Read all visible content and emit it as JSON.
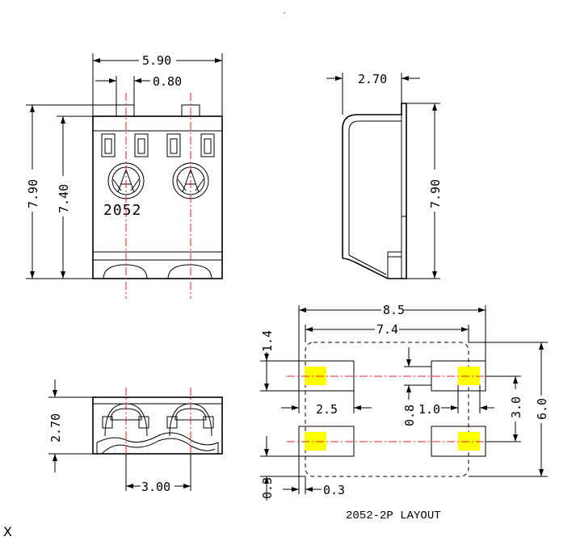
{
  "front_view": {
    "width": "5.90",
    "pin_width": "0.80",
    "height_total": "7.90",
    "height_body": "7.40",
    "part_number": "2052"
  },
  "side_view": {
    "depth": "2.70",
    "height": "7.90"
  },
  "bottom_view": {
    "height": "2.70",
    "pitch": "3.00"
  },
  "layout": {
    "title": "2052-2P LAYOUT",
    "outer_width": "8.5",
    "pad_span": "7.4",
    "pad_height": "1.4",
    "pad_length": "2.5",
    "pad_gap_inner": "1.0",
    "small_gap": "0.8",
    "row_pitch": "3.0",
    "outer_height": "6.0",
    "offset_left": "0.3",
    "offset_right": "0.3"
  },
  "corner_mark": "X",
  "colors": {
    "pad": "#ffff00",
    "centerline": "#e02020",
    "line": "#000000"
  }
}
